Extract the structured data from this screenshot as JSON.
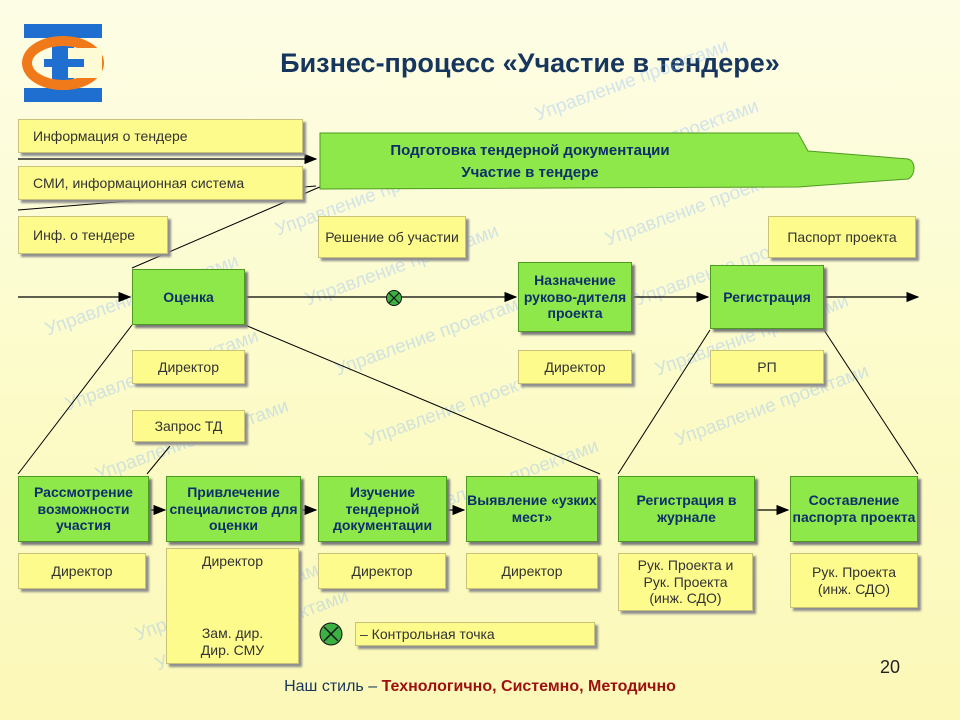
{
  "title": "Бизнес-процесс «Участие в тендере»",
  "watermark": "Управление проектами",
  "inputs": {
    "tender_info": "Информация о тендере",
    "media": "СМИ, информационная система",
    "inf": "Инф. о тендере"
  },
  "banner": {
    "line1": "Подготовка тендерной документации",
    "line2": "Участие в тендере"
  },
  "main": {
    "decision": "Решение об участии",
    "passport": "Паспорт проекта",
    "evaluation": "Оценка",
    "appoint": "Назначение руково-дителя проекта",
    "registration": "Регистрация",
    "director1": "Директор",
    "director2": "Директор",
    "rp": "РП",
    "request": "Запрос ТД"
  },
  "sub": {
    "review": "Рассмотрение возможности участия",
    "attract": "Привлечение специалистов для оценки",
    "study": "Изучение тендерной документации",
    "bottleneck": "Выявление «узких мест»",
    "journal": "Регистрация в журнале",
    "compose": "Составление паспорта проекта"
  },
  "roles": {
    "review": "Директор",
    "attract_top": "Директор",
    "attract_bottom1": "Зам. дир.",
    "attract_bottom2": "Дир. СМУ",
    "study": "Директор",
    "bottleneck": "Директор",
    "journal": "Рук. Проекта и Рук. Проекта (инж. СДО)",
    "compose": "Рук. Проекта (инж. СДО)"
  },
  "legend": "– Контрольная точка",
  "page_number": "20",
  "footer": {
    "lead": "Наш стиль – ",
    "accent": "Технологично, Системно, Методично"
  },
  "colors": {
    "green": "#8ee84a",
    "yellow": "#fdfb8c",
    "title": "#17365d",
    "accent": "#9c1010"
  }
}
